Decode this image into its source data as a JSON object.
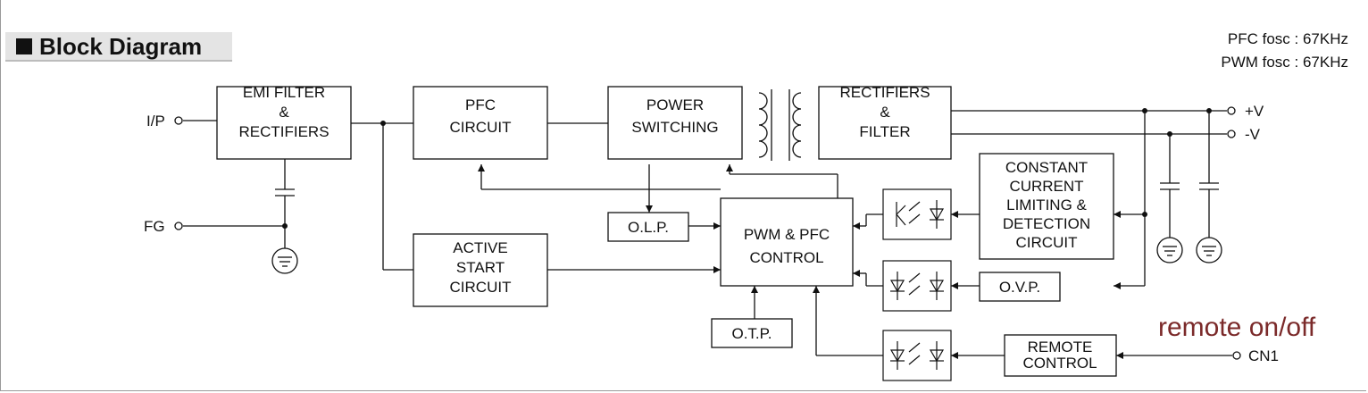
{
  "header": {
    "title": "Block Diagram"
  },
  "notes": {
    "pfc_fosc": "PFC fosc : 67KHz",
    "pwm_fosc": "PWM fosc : 67KHz",
    "remote": "remote on/off"
  },
  "terminals": {
    "ip": "I/P",
    "fg": "FG",
    "pos": "+V",
    "neg": "-V",
    "cn1": "CN1"
  },
  "blocks": {
    "emi": [
      "EMI FILTER",
      "&",
      "RECTIFIERS"
    ],
    "pfc": [
      "PFC",
      "CIRCUIT"
    ],
    "power": [
      "POWER",
      "SWITCHING"
    ],
    "rect": [
      "RECTIFIERS",
      "&",
      "FILTER"
    ],
    "olp": [
      "O.L.P."
    ],
    "pwm": [
      "PWM & PFC",
      "CONTROL"
    ],
    "active": [
      "ACTIVE",
      "START",
      "CIRCUIT"
    ],
    "cc": [
      "CONSTANT",
      "CURRENT",
      "LIMITING &",
      "DETECTION",
      "CIRCUIT"
    ],
    "ovp": [
      "O.V.P."
    ],
    "otp": [
      "O.T.P."
    ],
    "remote": [
      "REMOTE",
      "CONTROL"
    ]
  }
}
